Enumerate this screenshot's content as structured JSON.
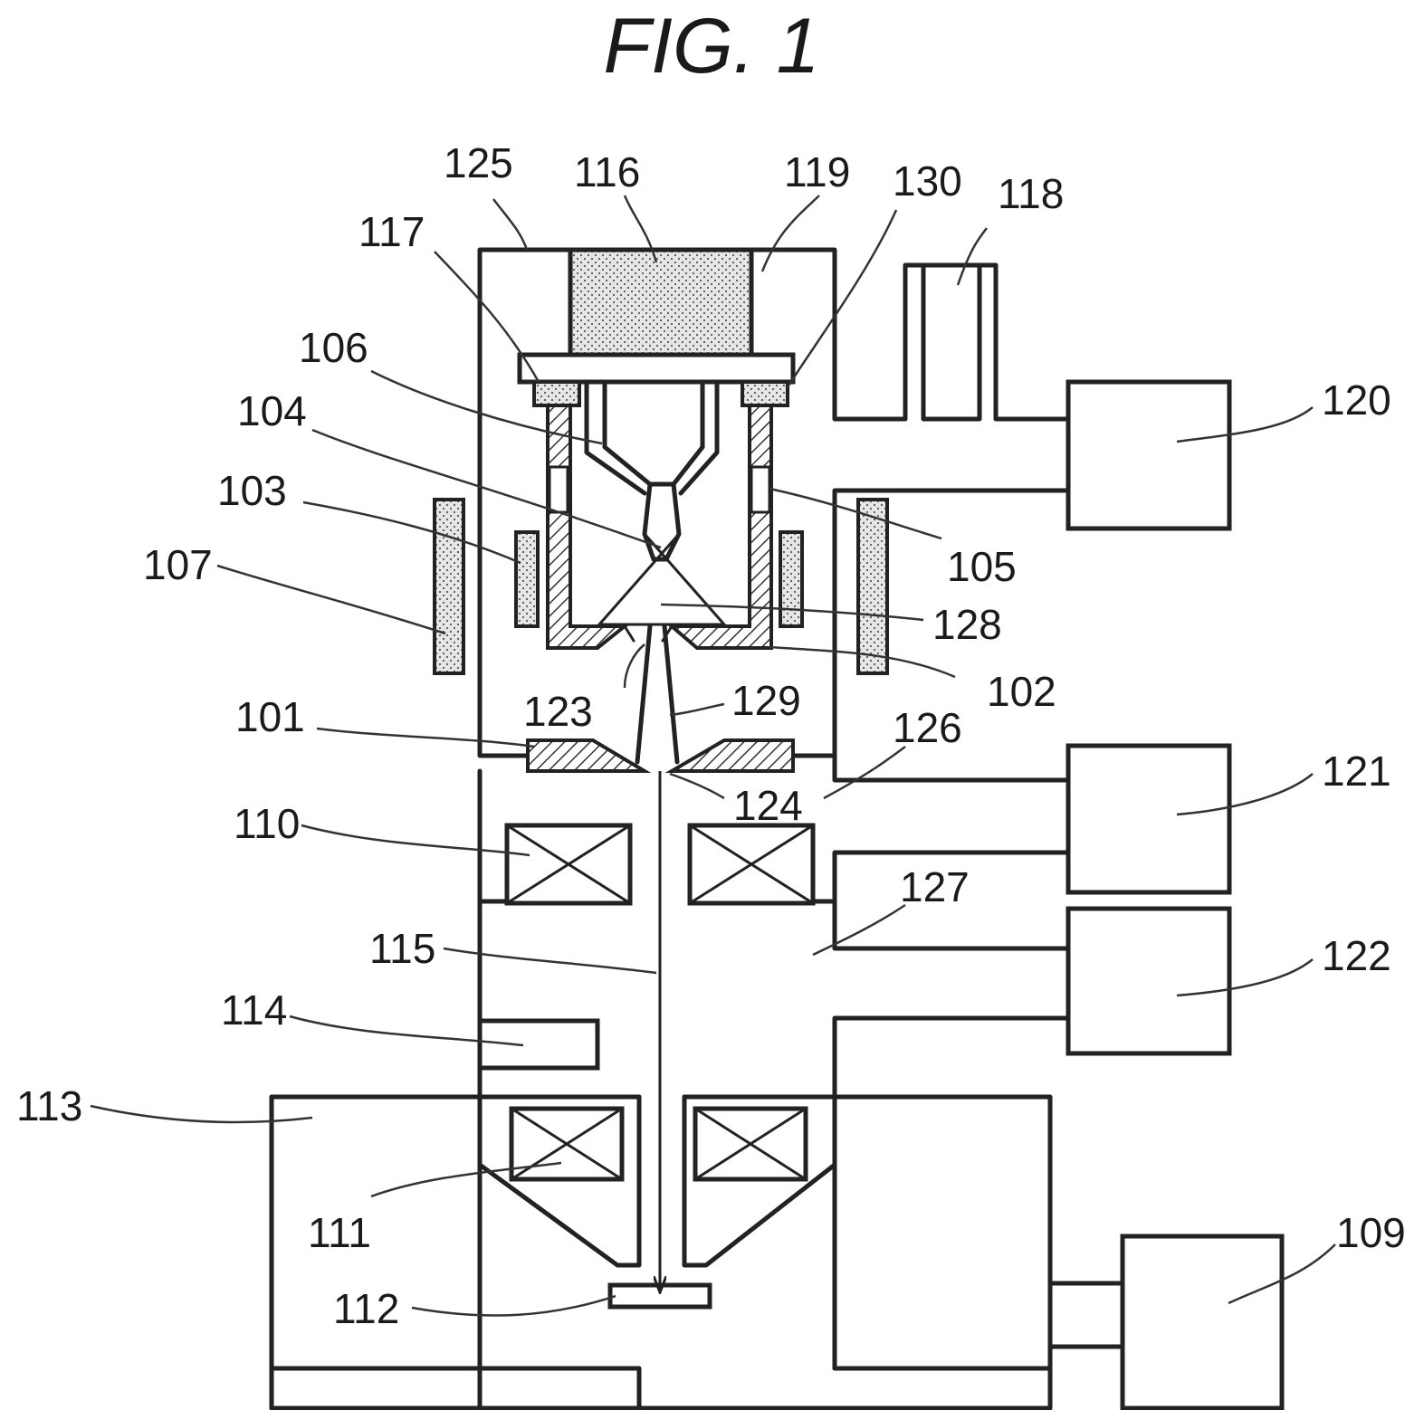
{
  "figure": {
    "title": "FIG. 1"
  },
  "labels": {
    "l101": "101",
    "l102": "102",
    "l103": "103",
    "l104": "104",
    "l105": "105",
    "l106": "106",
    "l107": "107",
    "l109": "109",
    "l110": "110",
    "l111": "111",
    "l112": "112",
    "l113": "113",
    "l114": "114",
    "l115": "115",
    "l116": "116",
    "l117": "117",
    "l118": "118",
    "l119": "119",
    "l120": "120",
    "l121": "121",
    "l122": "122",
    "l123": "123",
    "l124": "124",
    "l125": "125",
    "l126": "126",
    "l127": "127",
    "l128": "128",
    "l129": "129",
    "l130": "130"
  }
}
